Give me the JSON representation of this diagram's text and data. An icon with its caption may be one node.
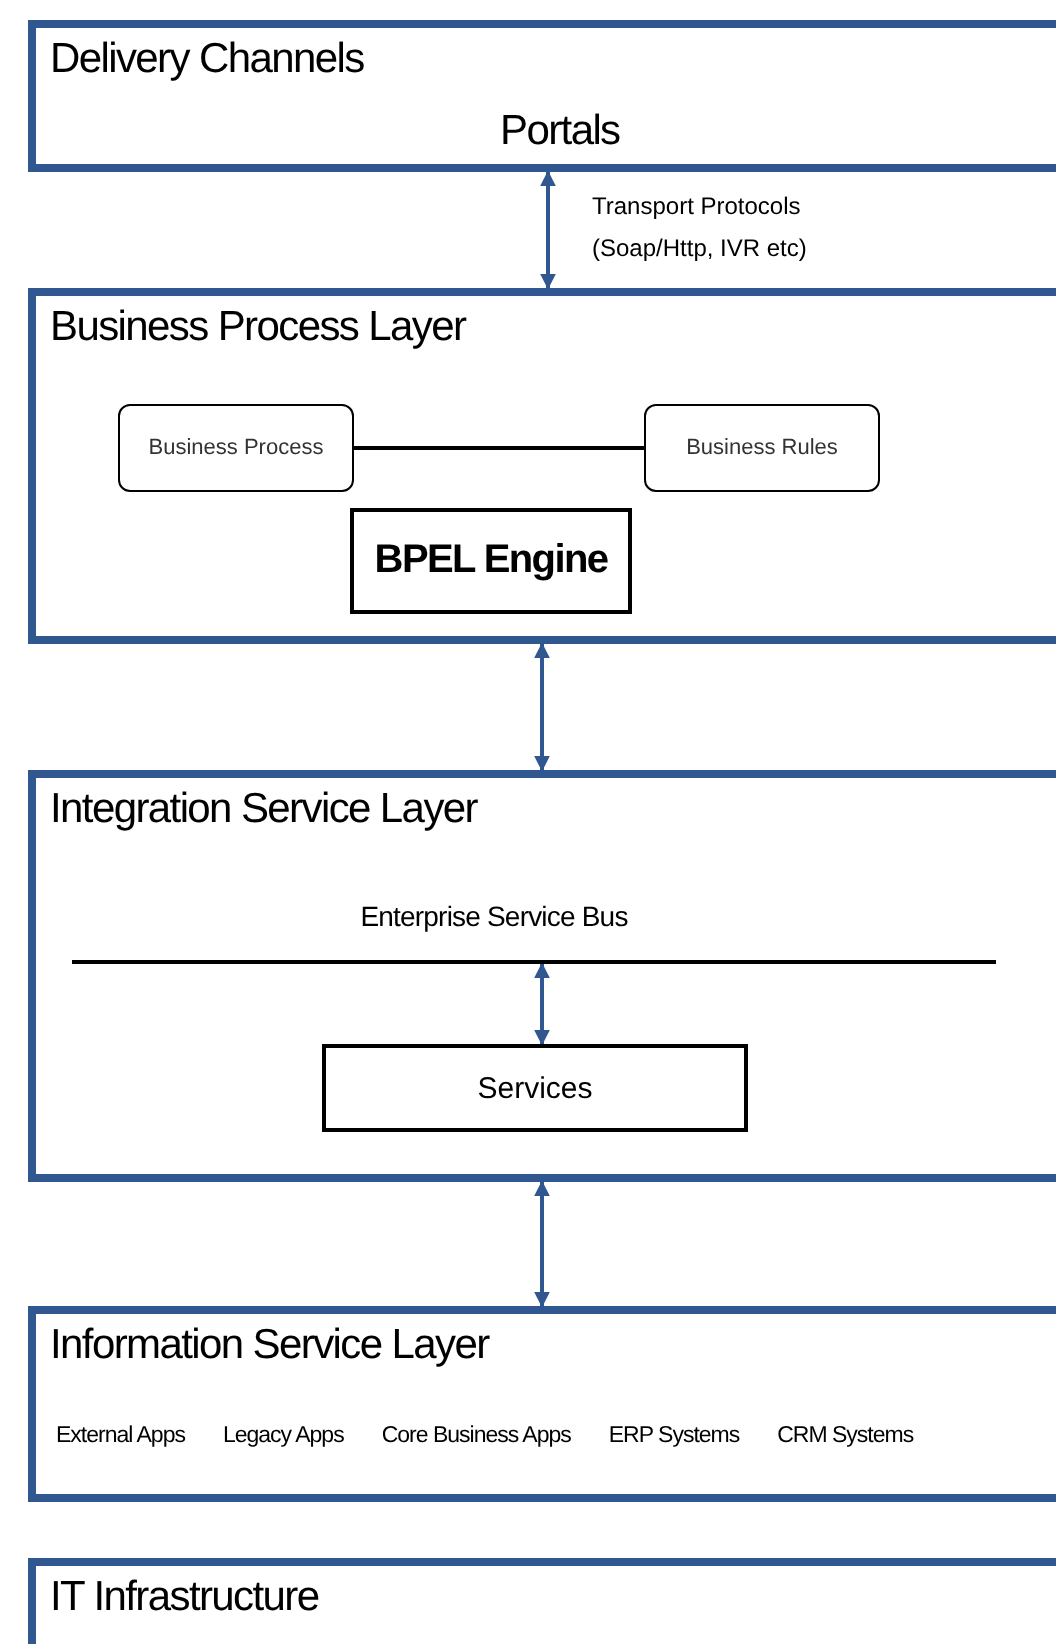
{
  "diagram": {
    "nodes": [
      {
        "text": [
          "Delivery Channels",
          "Portals"
        ]
      },
      {
        "text": [
          "Business Process Layer"
        ]
      },
      {
        "text": [
          "Business Process"
        ],
        "in": 1
      },
      {
        "text": [
          "Business Rules"
        ],
        "in": 1
      },
      {
        "text": [
          "BPEL Engine"
        ],
        "in": 1
      },
      {
        "text": [
          "Integration Service Layer"
        ]
      },
      {
        "text": [
          "Enterprise Service Bus"
        ],
        "in": 5
      },
      {
        "text": [
          "Services"
        ],
        "in": 5
      },
      {
        "text": [
          "Information Service Layer",
          "External Apps",
          "Legacy Apps",
          "Core Business Apps",
          "ERP Systems",
          "CRM Systems"
        ]
      },
      {
        "text": [
          "IT Infrastructure"
        ]
      }
    ],
    "edges": [
      {
        "from": 0,
        "to": 1,
        "arrow": "both",
        "label": "Transport Protocols (Soap/Http, IVR etc)"
      },
      {
        "from": 2,
        "to": 3,
        "arrow": "none",
        "color": "#000000"
      },
      {
        "from": 1,
        "to": 5,
        "arrow": "both"
      },
      {
        "from": 6,
        "to": 7,
        "arrow": "both"
      },
      {
        "from": 5,
        "to": 8,
        "arrow": "both"
      }
    ]
  }
}
